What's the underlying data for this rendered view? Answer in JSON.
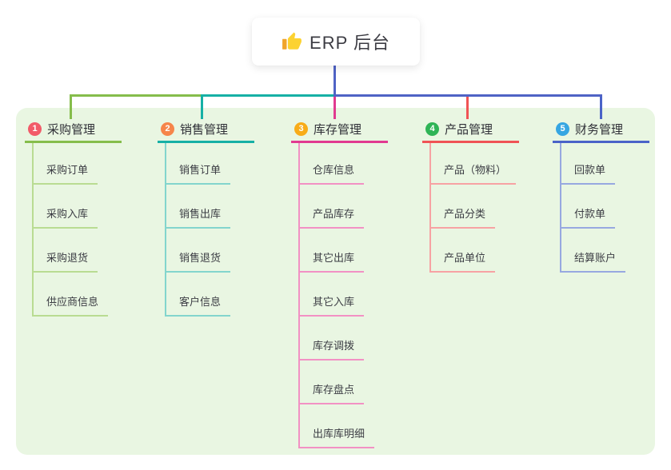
{
  "root": {
    "title": "ERP 后台",
    "icon": "thumbs-up-icon"
  },
  "connector_color": "#4f63c5",
  "panel_color": "#e9f6e2",
  "branches": [
    {
      "number": "1",
      "label": "采购管理",
      "badge_color": "#f25b69",
      "line_color": "#85bd4b",
      "child_line_color": "#b9dc92",
      "children": [
        "采购订单",
        "采购入库",
        "采购退货",
        "供应商信息"
      ]
    },
    {
      "number": "2",
      "label": "销售管理",
      "badge_color": "#f6854a",
      "line_color": "#16b0a5",
      "child_line_color": "#83d5cd",
      "children": [
        "销售订单",
        "销售出库",
        "销售退货",
        "客户信息"
      ]
    },
    {
      "number": "3",
      "label": "库存管理",
      "badge_color": "#f8ac18",
      "line_color": "#e13a90",
      "child_line_color": "#f291c4",
      "children": [
        "仓库信息",
        "产品库存",
        "其它出库",
        "其它入库",
        "库存调拨",
        "库存盘点",
        "出库库明细"
      ]
    },
    {
      "number": "4",
      "label": "产品管理",
      "badge_color": "#2fb456",
      "line_color": "#f05355",
      "child_line_color": "#f7a2a3",
      "children": [
        "产品（物料）",
        "产品分类",
        "产品单位"
      ]
    },
    {
      "number": "5",
      "label": "财务管理",
      "badge_color": "#36a6e2",
      "line_color": "#4a63c8",
      "child_line_color": "#97a8e0",
      "children": [
        "回款单",
        "付款单",
        "结算账户"
      ]
    }
  ]
}
